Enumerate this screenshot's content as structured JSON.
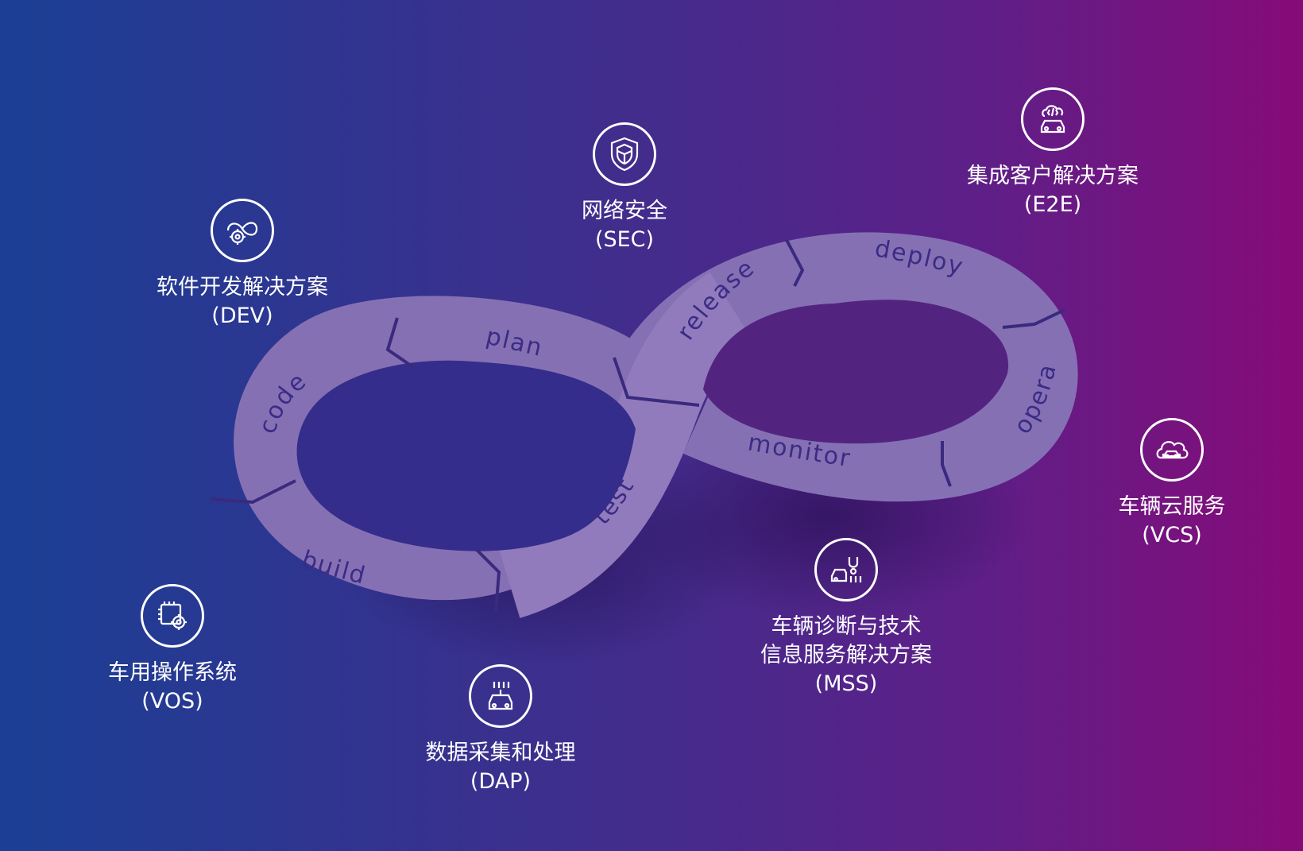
{
  "loop": {
    "stages": {
      "plan": "plan",
      "code": "code",
      "build": "build",
      "test": "test",
      "release": "release",
      "deploy": "deploy",
      "operate": "operate",
      "monitor": "monitor"
    }
  },
  "solutions": {
    "dev": {
      "icon": "gear-infinity-icon",
      "name": "软件开发解决方案",
      "code": "(DEV)"
    },
    "sec": {
      "icon": "shield-icon",
      "name": "网络安全",
      "code": "(SEC)"
    },
    "e2e": {
      "icon": "code-cloud-car-icon",
      "name": "集成客户解决方案",
      "code": "(E2E)"
    },
    "vcs": {
      "icon": "cloud-car-icon",
      "name": "车辆云服务",
      "code": "(VCS)"
    },
    "mss": {
      "icon": "diagnostic-car-icon",
      "name": "车辆诊断与技术",
      "name2": "信息服务解决方案",
      "code": "(MSS)"
    },
    "dap": {
      "icon": "data-car-icon",
      "name": "数据采集和处理",
      "code": "(DAP)"
    },
    "vos": {
      "icon": "chip-gear-icon",
      "name": "车用操作系统",
      "code": "(VOS)"
    }
  }
}
